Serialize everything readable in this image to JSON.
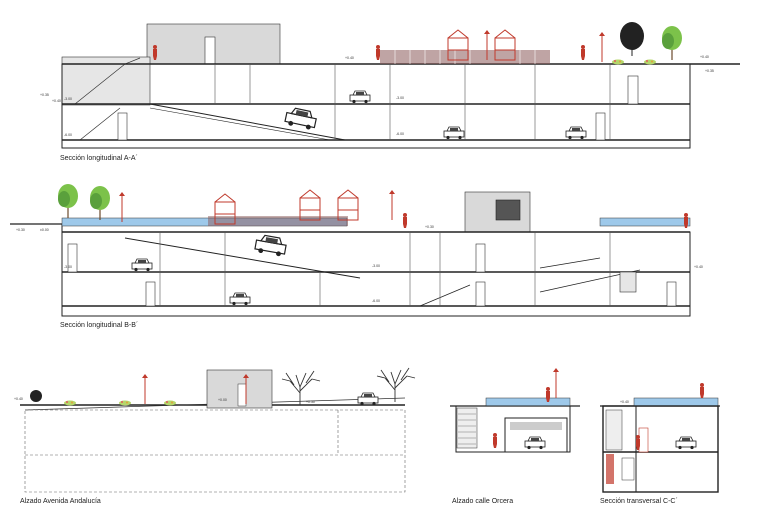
{
  "drawings": {
    "section_aa": {
      "title": "Sección longitudinal A-A´",
      "levels": [
        "+0.40",
        "+0.35",
        "+0.40",
        "-3.00",
        "-3.00",
        "-6.00",
        "-6.00",
        "+0.40",
        "+0.35"
      ]
    },
    "section_bb": {
      "title": "Sección longitudinal B-B´",
      "levels": [
        "+0.30",
        "+0.30",
        "±0.00",
        "-3.00",
        "-3.00",
        "-6.00",
        "+0.40"
      ]
    },
    "alzado_andalucia": {
      "title": "Alzado Avenida Andalucía",
      "levels": [
        "+0.40",
        "+0.00",
        "+0.30"
      ]
    },
    "alzado_orcera": {
      "title": "Alzado calle Orcera"
    },
    "section_cc": {
      "title": "Sección transversal C-C´",
      "levels": [
        "+0.40"
      ]
    }
  },
  "colors": {
    "line": "#333333",
    "red": "#c0392b",
    "water": "#9ec9ea",
    "tree_green": "#5aa03c",
    "wall_grey": "#d9d9d9"
  }
}
